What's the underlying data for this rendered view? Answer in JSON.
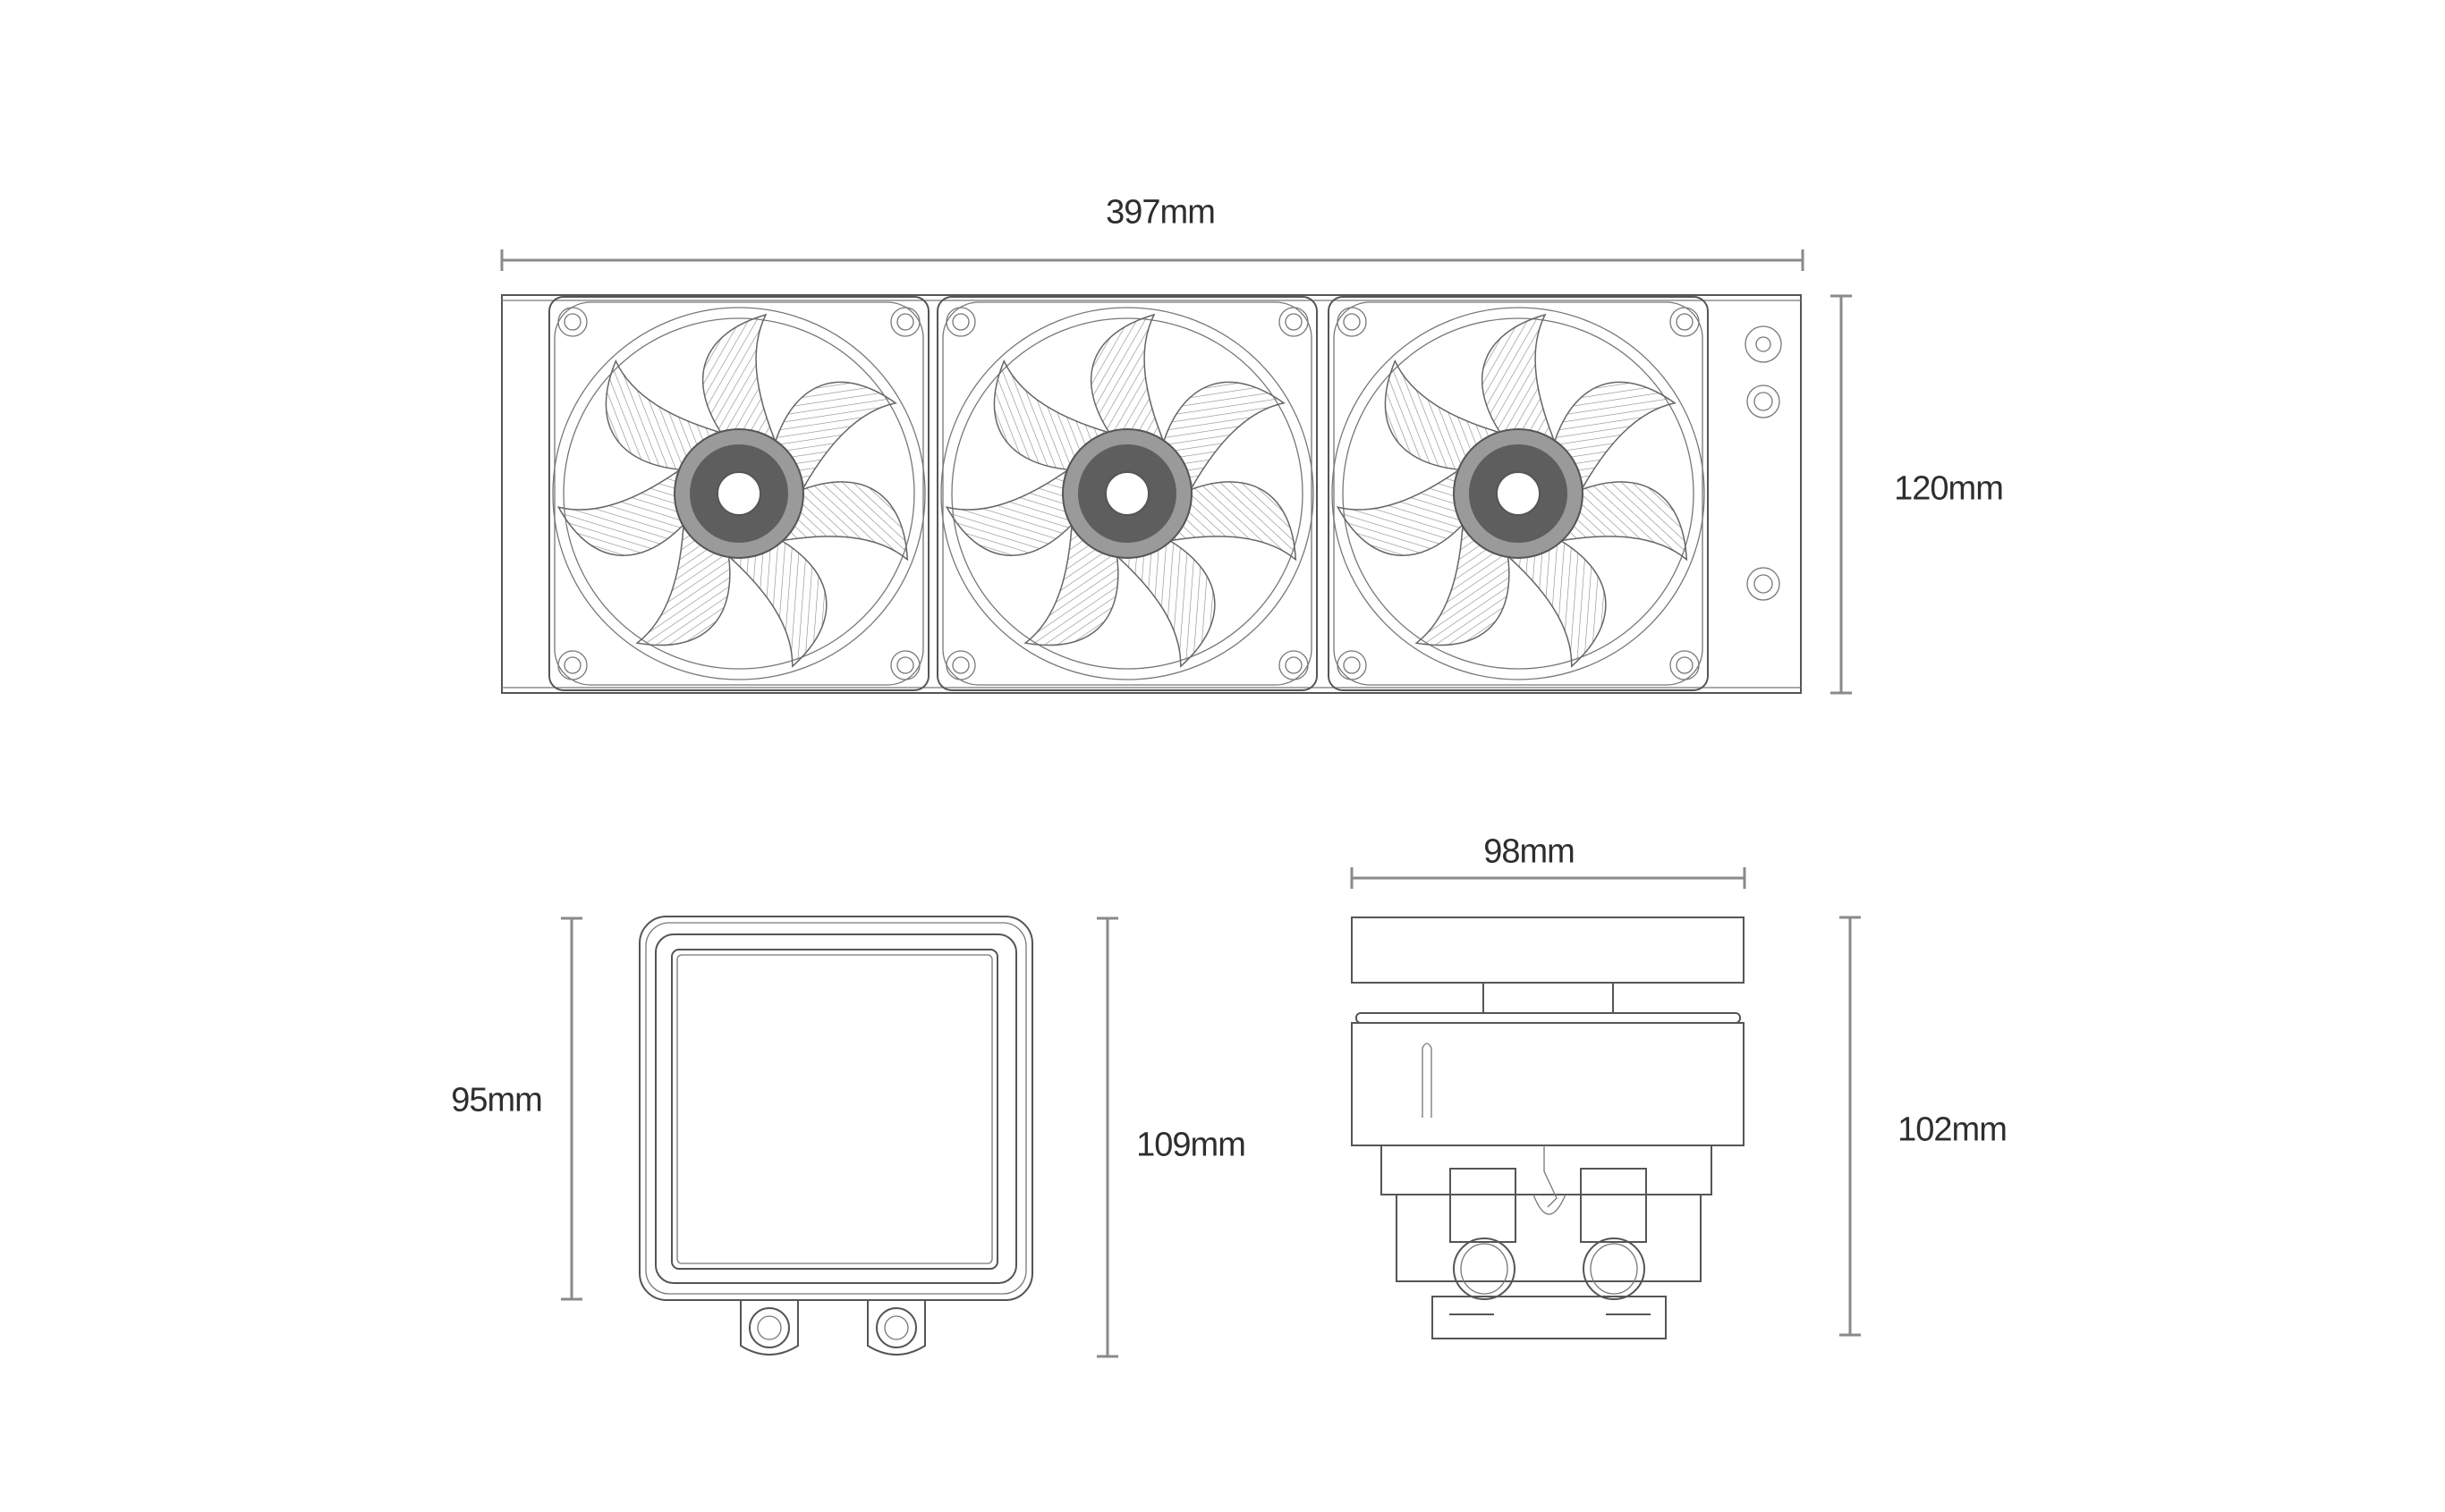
{
  "dimensions": {
    "radiator_length": "397mm",
    "radiator_height": "120mm",
    "pump_height": "95mm",
    "pump_height_with_fittings": "109mm",
    "pump_width": "98mm",
    "pump_depth": "102mm"
  },
  "radiator": {
    "fan_count": 3
  },
  "colors": {
    "line": "#555555",
    "dimension_line": "#8a8a8a",
    "text": "#2e2e2e",
    "hub": "#6a6a6a"
  }
}
